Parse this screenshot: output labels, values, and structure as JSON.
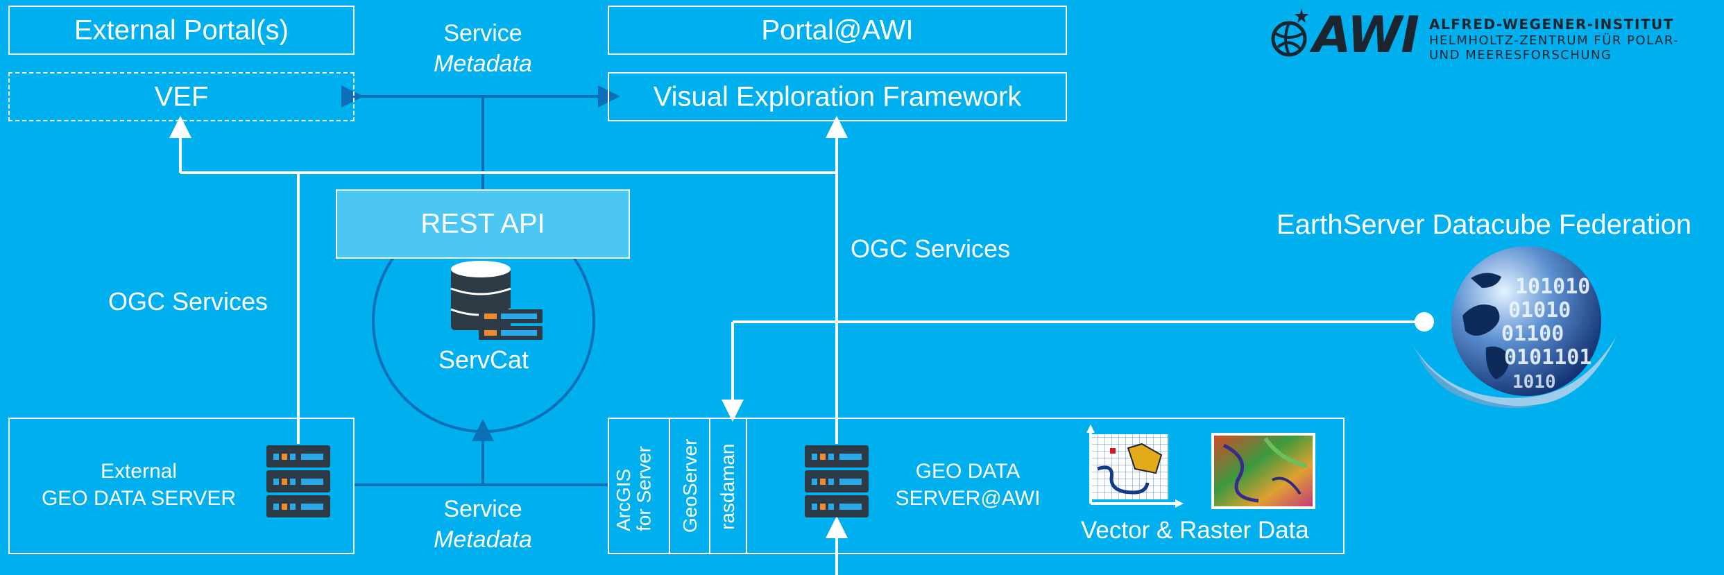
{
  "colors": {
    "background": "#00b0ee",
    "line": "#ffffff",
    "dark_line": "#0b6fb8",
    "rest_api_fill": "#4cc6f2",
    "logo": "#1b2530"
  },
  "top_left": {
    "external_portals": "External Portal(s)",
    "vef": "VEF"
  },
  "top_center": {
    "service": "Service",
    "metadata": "Metadata"
  },
  "top_right": {
    "portal_awi": "Portal@AWI",
    "vef_full": "Visual Exploration Framework"
  },
  "logo": {
    "mark": "AWI",
    "line1": "ALFRED-WEGENER-INSTITUT",
    "line2": "HELMHOLTZ-ZENTRUM FÜR POLAR-",
    "line3": "UND MEERESFORSCHUNG",
    "icon": "globe-star-icon"
  },
  "servcat": {
    "rest_api": "REST API",
    "label": "ServCat",
    "icon": "database-server-icon"
  },
  "ogc_left": "OGC Services",
  "ogc_center": "OGC Services",
  "earthserver": {
    "title": "EarthServer Datacube Federation",
    "icon": "binary-globe-icon"
  },
  "external_server": {
    "line1": "External",
    "line2": "GEO DATA SERVER",
    "icon": "server-rack-icon"
  },
  "bottom_center": {
    "service": "Service",
    "metadata": "Metadata"
  },
  "awi_server": {
    "arcgis_line1": "ArcGIS",
    "arcgis_line2": "for Server",
    "geoserver": "GeoServer",
    "rasdaman": "rasdaman",
    "line1": "GEO DATA",
    "line2": "SERVER@AWI",
    "caption": "Vector & Raster Data",
    "server_icon": "server-rack-icon",
    "vector_icon": "vector-map-icon",
    "raster_icon": "raster-image-icon"
  }
}
